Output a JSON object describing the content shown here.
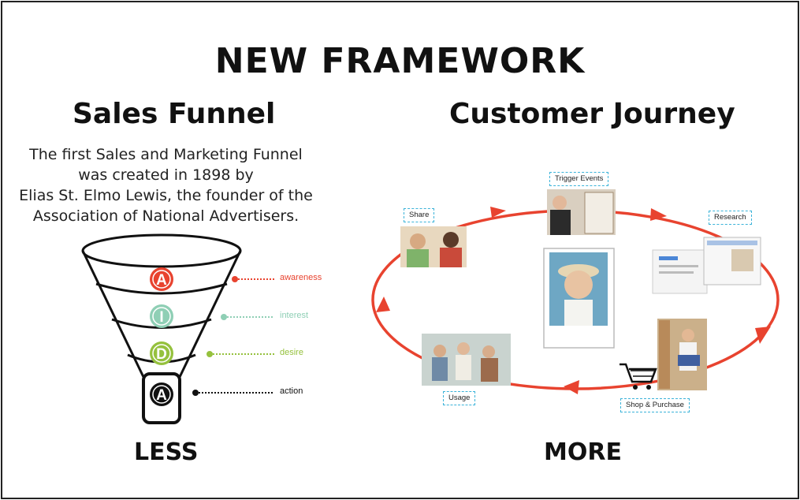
{
  "header": {
    "title": "NEW FRAMEWORK"
  },
  "sales_funnel": {
    "title": "Sales Funnel",
    "intro_lines": [
      "The first Sales and Marketing Funnel",
      "was created in 1898 by",
      "Elias St. Elmo Lewis, the founder of the",
      "Association of National Advertisers."
    ],
    "stages": [
      {
        "letter": "A",
        "label": "awareness",
        "color": "#e8432f"
      },
      {
        "letter": "I",
        "label": "interest",
        "color": "#8fcfb5"
      },
      {
        "letter": "D",
        "label": "desire",
        "color": "#95c13d"
      },
      {
        "letter": "A",
        "label": "action",
        "color": "#111111"
      }
    ],
    "footer": "LESS"
  },
  "customer_journey": {
    "title": "Customer Journey",
    "steps": {
      "trigger": "Trigger Events",
      "research": "Research",
      "shop": "Shop & Purchase",
      "usage": "Usage",
      "share": "Share"
    },
    "arrow_color": "#e8432f",
    "footer": "MORE"
  }
}
